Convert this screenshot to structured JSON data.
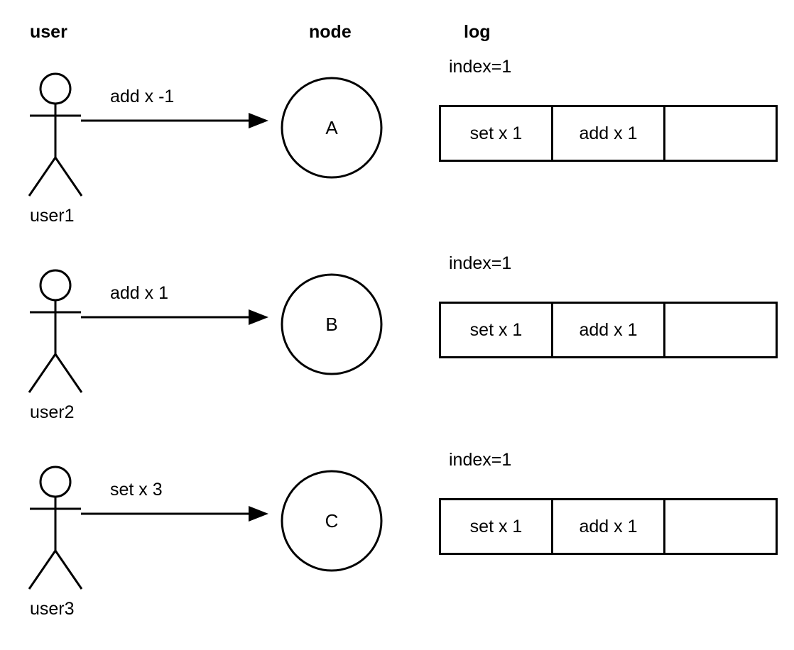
{
  "columns": {
    "user": "user",
    "node": "node",
    "log": "log"
  },
  "rows": [
    {
      "actor_name": "user1",
      "actor_icon": "stick-figure-icon",
      "message": "add x -1",
      "node_label": "A",
      "log": {
        "index_label": "index=1",
        "entries": [
          "set x 1",
          "add x 1",
          ""
        ]
      }
    },
    {
      "actor_name": "user2",
      "actor_icon": "stick-figure-icon",
      "message": "add x 1",
      "node_label": "B",
      "log": {
        "index_label": "index=1",
        "entries": [
          "set x 1",
          "add x 1",
          ""
        ]
      }
    },
    {
      "actor_name": "user3",
      "actor_icon": "stick-figure-icon",
      "message": "set x 3",
      "node_label": "C",
      "log": {
        "index_label": "index=1",
        "entries": [
          "set x 1",
          "add x 1",
          ""
        ]
      }
    }
  ],
  "colors": {
    "stroke": "#000000",
    "background": "#ffffff",
    "text": "#000000"
  }
}
